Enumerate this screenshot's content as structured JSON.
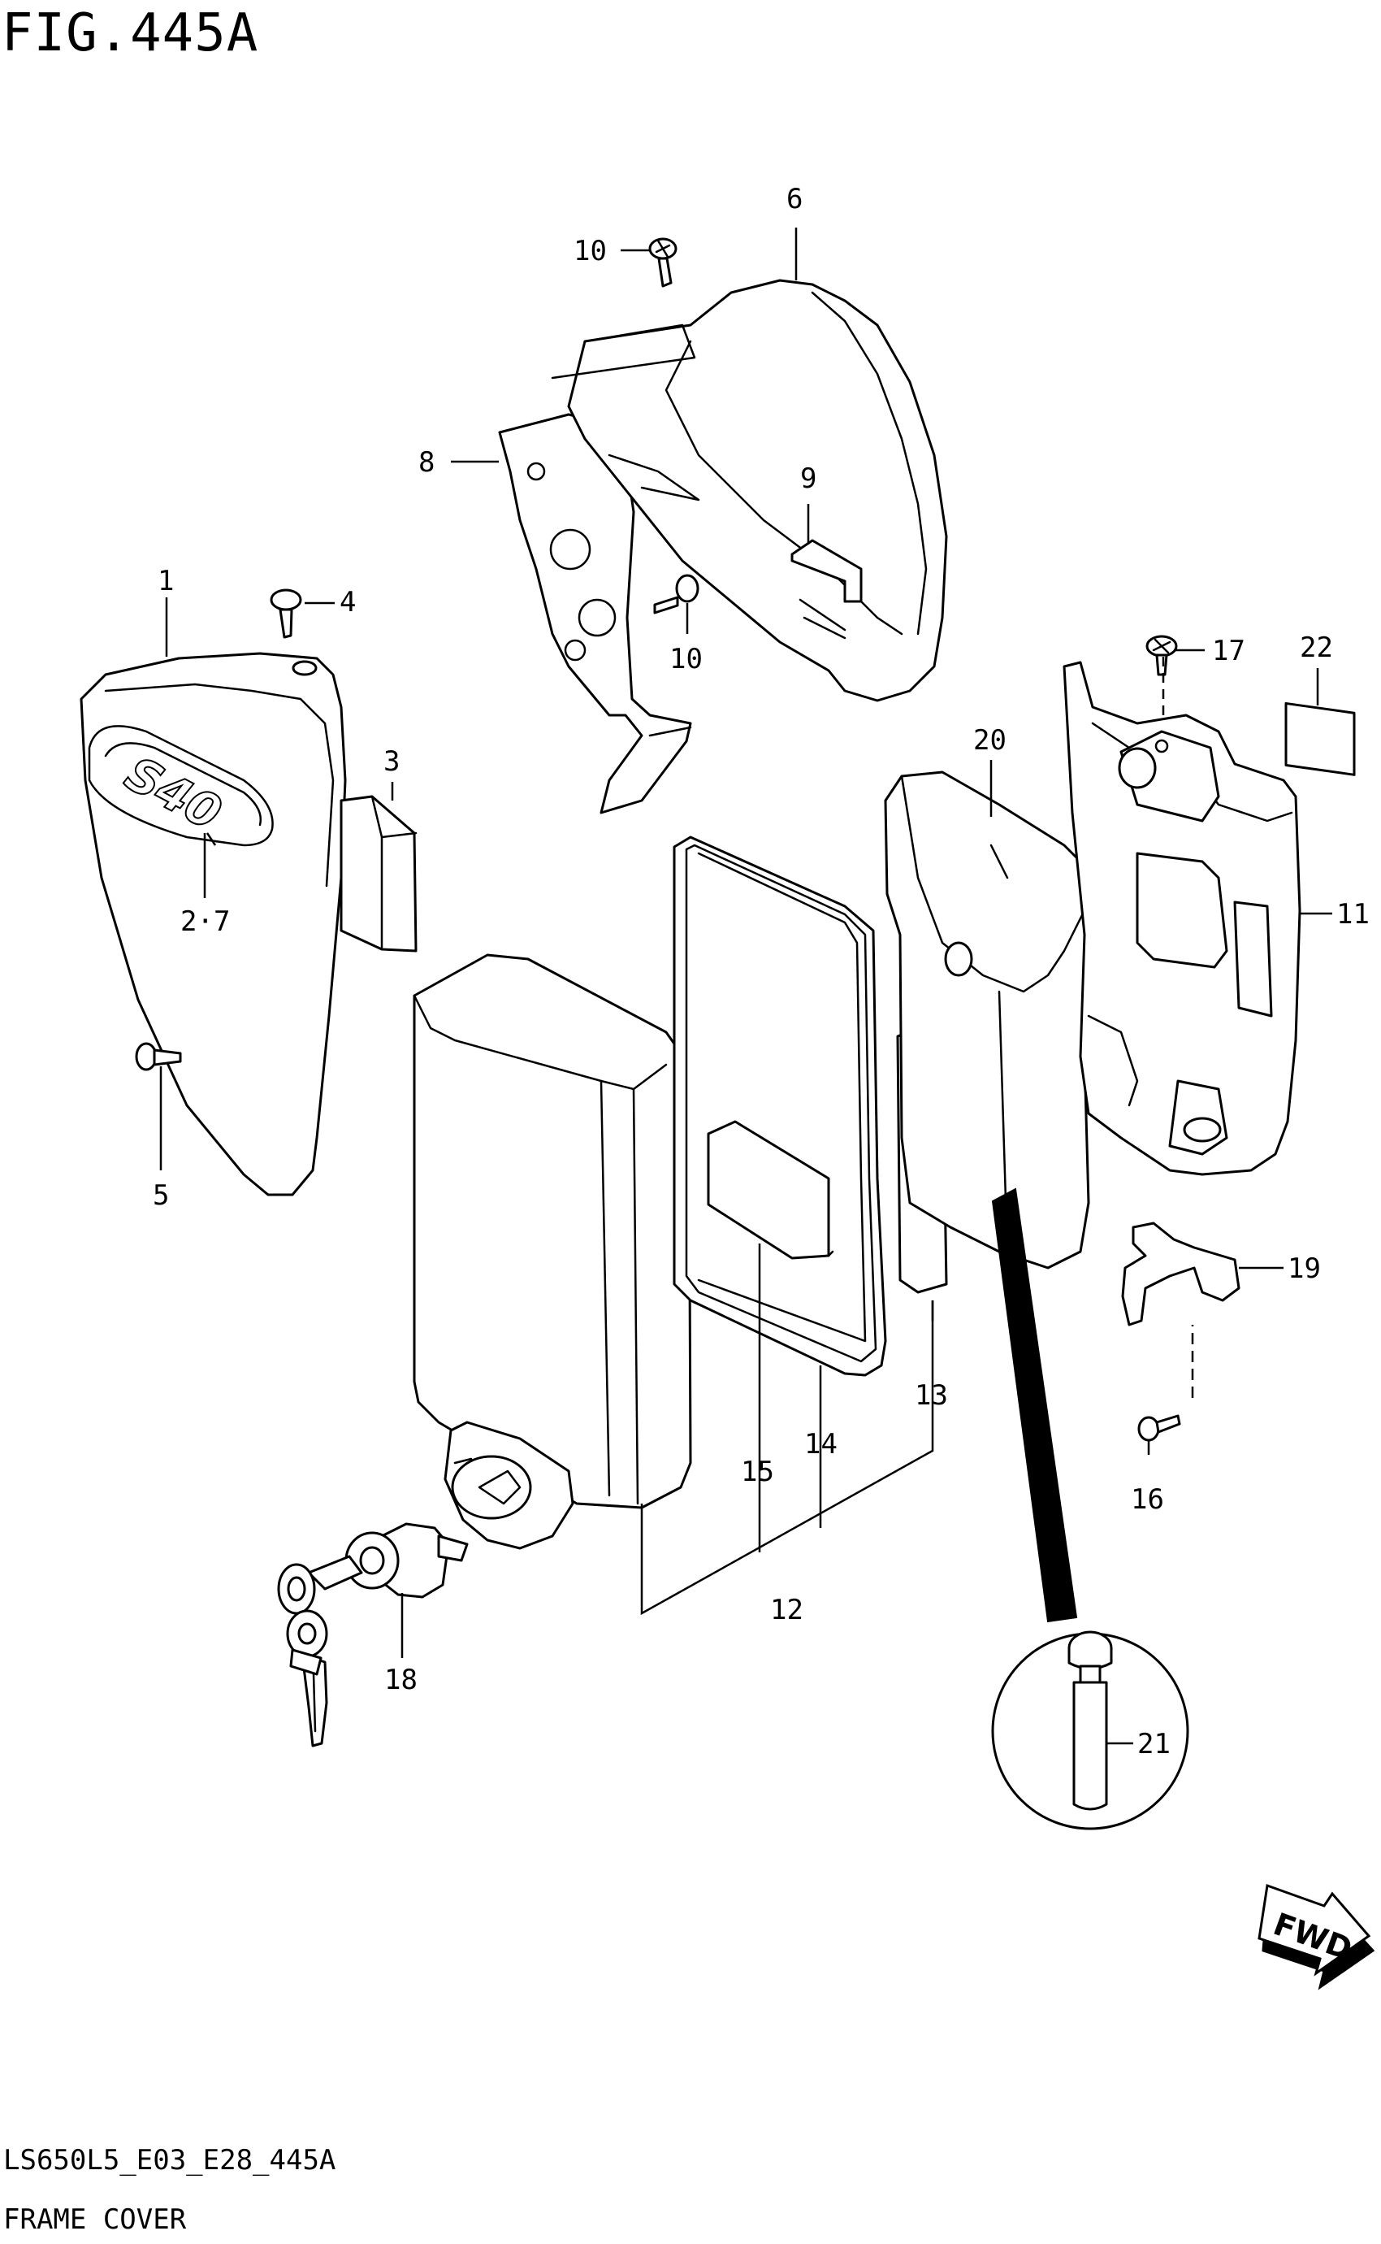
{
  "figure_title": "FIG.445A",
  "footer": {
    "code": "LS650L5_E03_E28_445A",
    "caption": "FRAME COVER"
  },
  "emblem_text": "S40",
  "fwd_text": "FWD",
  "labels": [
    "1",
    "2·7",
    "3",
    "4",
    "5",
    "6",
    "8",
    "9",
    "10",
    "10",
    "11",
    "12",
    "13",
    "14",
    "15",
    "16",
    "17",
    "18",
    "19",
    "20",
    "21",
    "22"
  ]
}
